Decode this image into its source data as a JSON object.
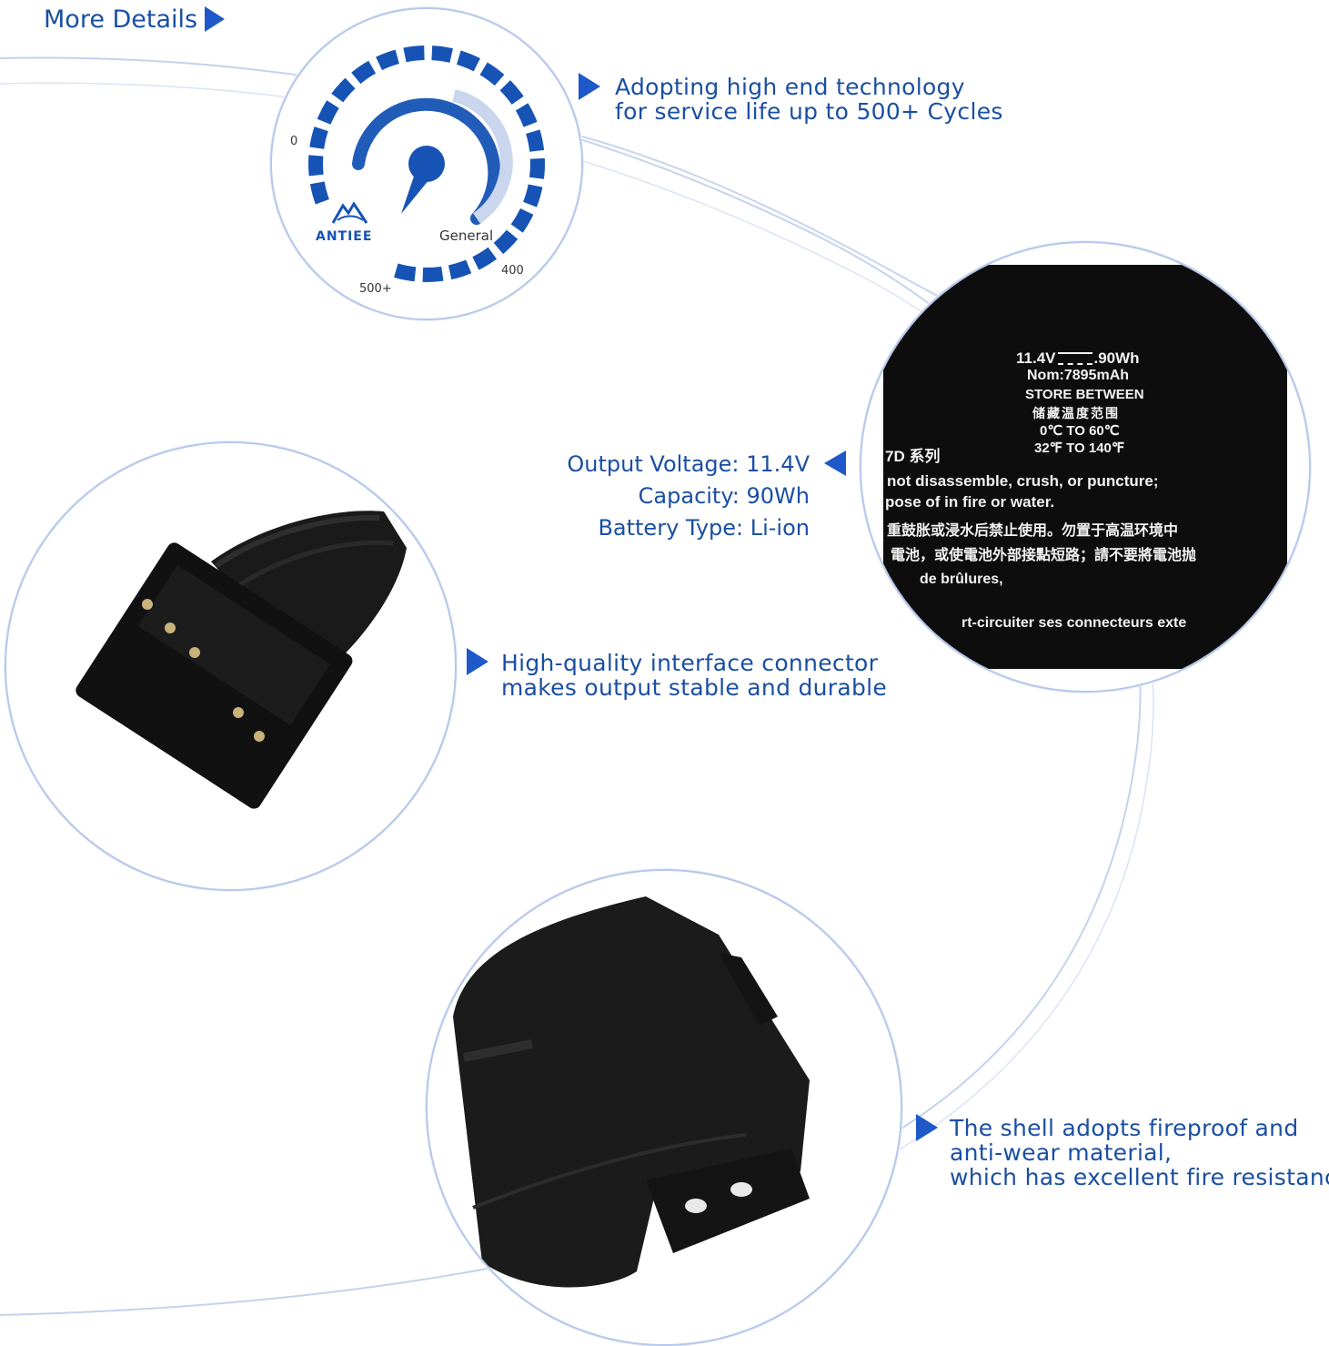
{
  "header": {
    "title": "More Details"
  },
  "gauge": {
    "brand": "ANTIEE",
    "tick_0": "0",
    "tick_400": "400",
    "tick_500": "500+",
    "general": "General",
    "needle_value": 0.62
  },
  "features": {
    "cycles": [
      "Adopting high end technology",
      "for service life up to 500+ Cycles"
    ],
    "connector": [
      "High-quality interface connector",
      "makes output stable and durable"
    ],
    "shell": [
      "The shell adopts fireproof and",
      "anti-wear material,",
      "which has excellent fire resistance."
    ]
  },
  "specs": {
    "voltage": "Output Voltage: 11.4V",
    "capacity": "Capacity: 90Wh",
    "type": "Battery Type: Li-ion"
  },
  "label": {
    "voltage_left": "11.4V",
    "voltage_right": ".90Wh",
    "nominal": "Nom:7895mAh",
    "store": "STORE BETWEEN",
    "store_cn": "储藏温度范围",
    "temp_c": "0℃ TO 60℃",
    "temp_f": "32℉ TO 140℉",
    "series": "7D 系列",
    "warn1": "not disassemble, crush, or puncture;",
    "warn2": "pose of in fire or water.",
    "warn_cn1": "重鼓胀或浸水后禁止使用。勿置于高温环境中",
    "warn_cn2": "電池，或使電池外部接點短路；請不要將電池抛",
    "warn_fr1": "de brûlures,",
    "warn_fr2": "rt-circuiter ses connecteurs exte"
  },
  "colors": {
    "accent": "#1f58c9",
    "text_blue": "#1a4fa3",
    "gauge_blue": "#1653b5",
    "circle_border": "#b7c7ea"
  }
}
